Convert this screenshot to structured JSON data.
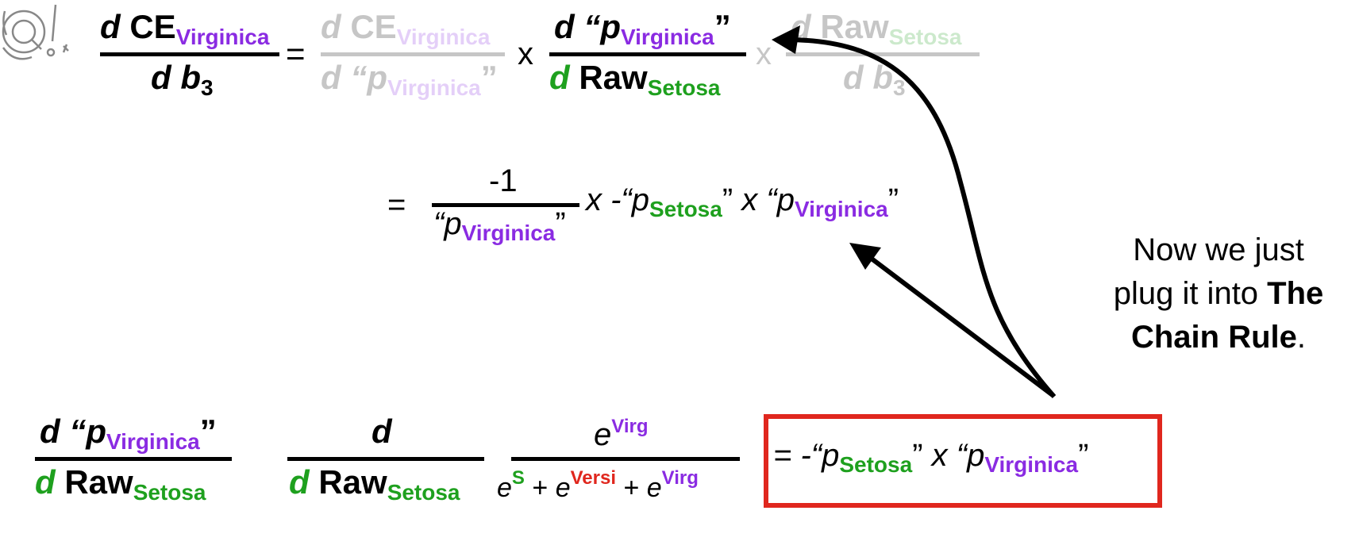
{
  "colors": {
    "purple": "#8a2be2",
    "green": "#1ea01e",
    "red": "#e0271e",
    "black": "#000000",
    "faded_gray": "#c8c8c8"
  },
  "top_equation": {
    "lhs": {
      "num_d": "d",
      "num_ce": "CE",
      "num_sub": "Virginica",
      "den_d": "d",
      "den_b": "b",
      "den_sub": "3"
    },
    "equals": "=",
    "term1": {
      "num_d": "d",
      "num_ce": "CE",
      "num_sub": "Virginica",
      "den_d": "d",
      "den_q": "“p",
      "den_sub": "Virginica",
      "den_close": "”"
    },
    "times1": "x",
    "term2": {
      "num_d": "d",
      "num_q": "“p",
      "num_sub": "Virginica",
      "num_close": "”",
      "den_d": "d",
      "den_raw": "Raw",
      "den_sub": "Setosa"
    },
    "times2": "x",
    "term3": {
      "num_d": "d",
      "num_raw": "Raw",
      "num_sub": "Setosa",
      "den_d": "d",
      "den_b": "b",
      "den_sub": "3"
    }
  },
  "middle_equation": {
    "equals": "=",
    "numerator": "-1",
    "den_q": "“p",
    "den_sub": "Virginica",
    "den_close": "”",
    "times1": "x -“p",
    "sub1": "Setosa",
    "close1": "”",
    "times2": " x “p",
    "sub2": "Virginica",
    "close2": "”"
  },
  "note": {
    "line1": "Now we just",
    "line2_pre": "plug it into ",
    "line2_bold": "The",
    "line3_bold": "Chain Rule",
    "line3_post": "."
  },
  "bottom_equation": {
    "lhs": {
      "num_d": "d",
      "num_q": "“p",
      "num_sub": "Virginica",
      "num_close": "”",
      "den_d": "d",
      "den_raw": "Raw",
      "den_sub": "Setosa"
    },
    "op": {
      "num_d": "d",
      "den_d": "d",
      "den_raw": "Raw",
      "den_sub": "Setosa"
    },
    "softmax": {
      "num_e": "e",
      "num_sup": "Virg",
      "den_e1": "e",
      "den_sup1": "S",
      "plus1": " + ",
      "den_e2": "e",
      "den_sup2": "Versi",
      "plus2": " + ",
      "den_e3": "e",
      "den_sup3": "Virg"
    },
    "result": {
      "eq": "=  -“p",
      "sub1": "Setosa",
      "close1": "”",
      "times": " x “p",
      "sub2": "Virginica",
      "close2": "”"
    }
  }
}
